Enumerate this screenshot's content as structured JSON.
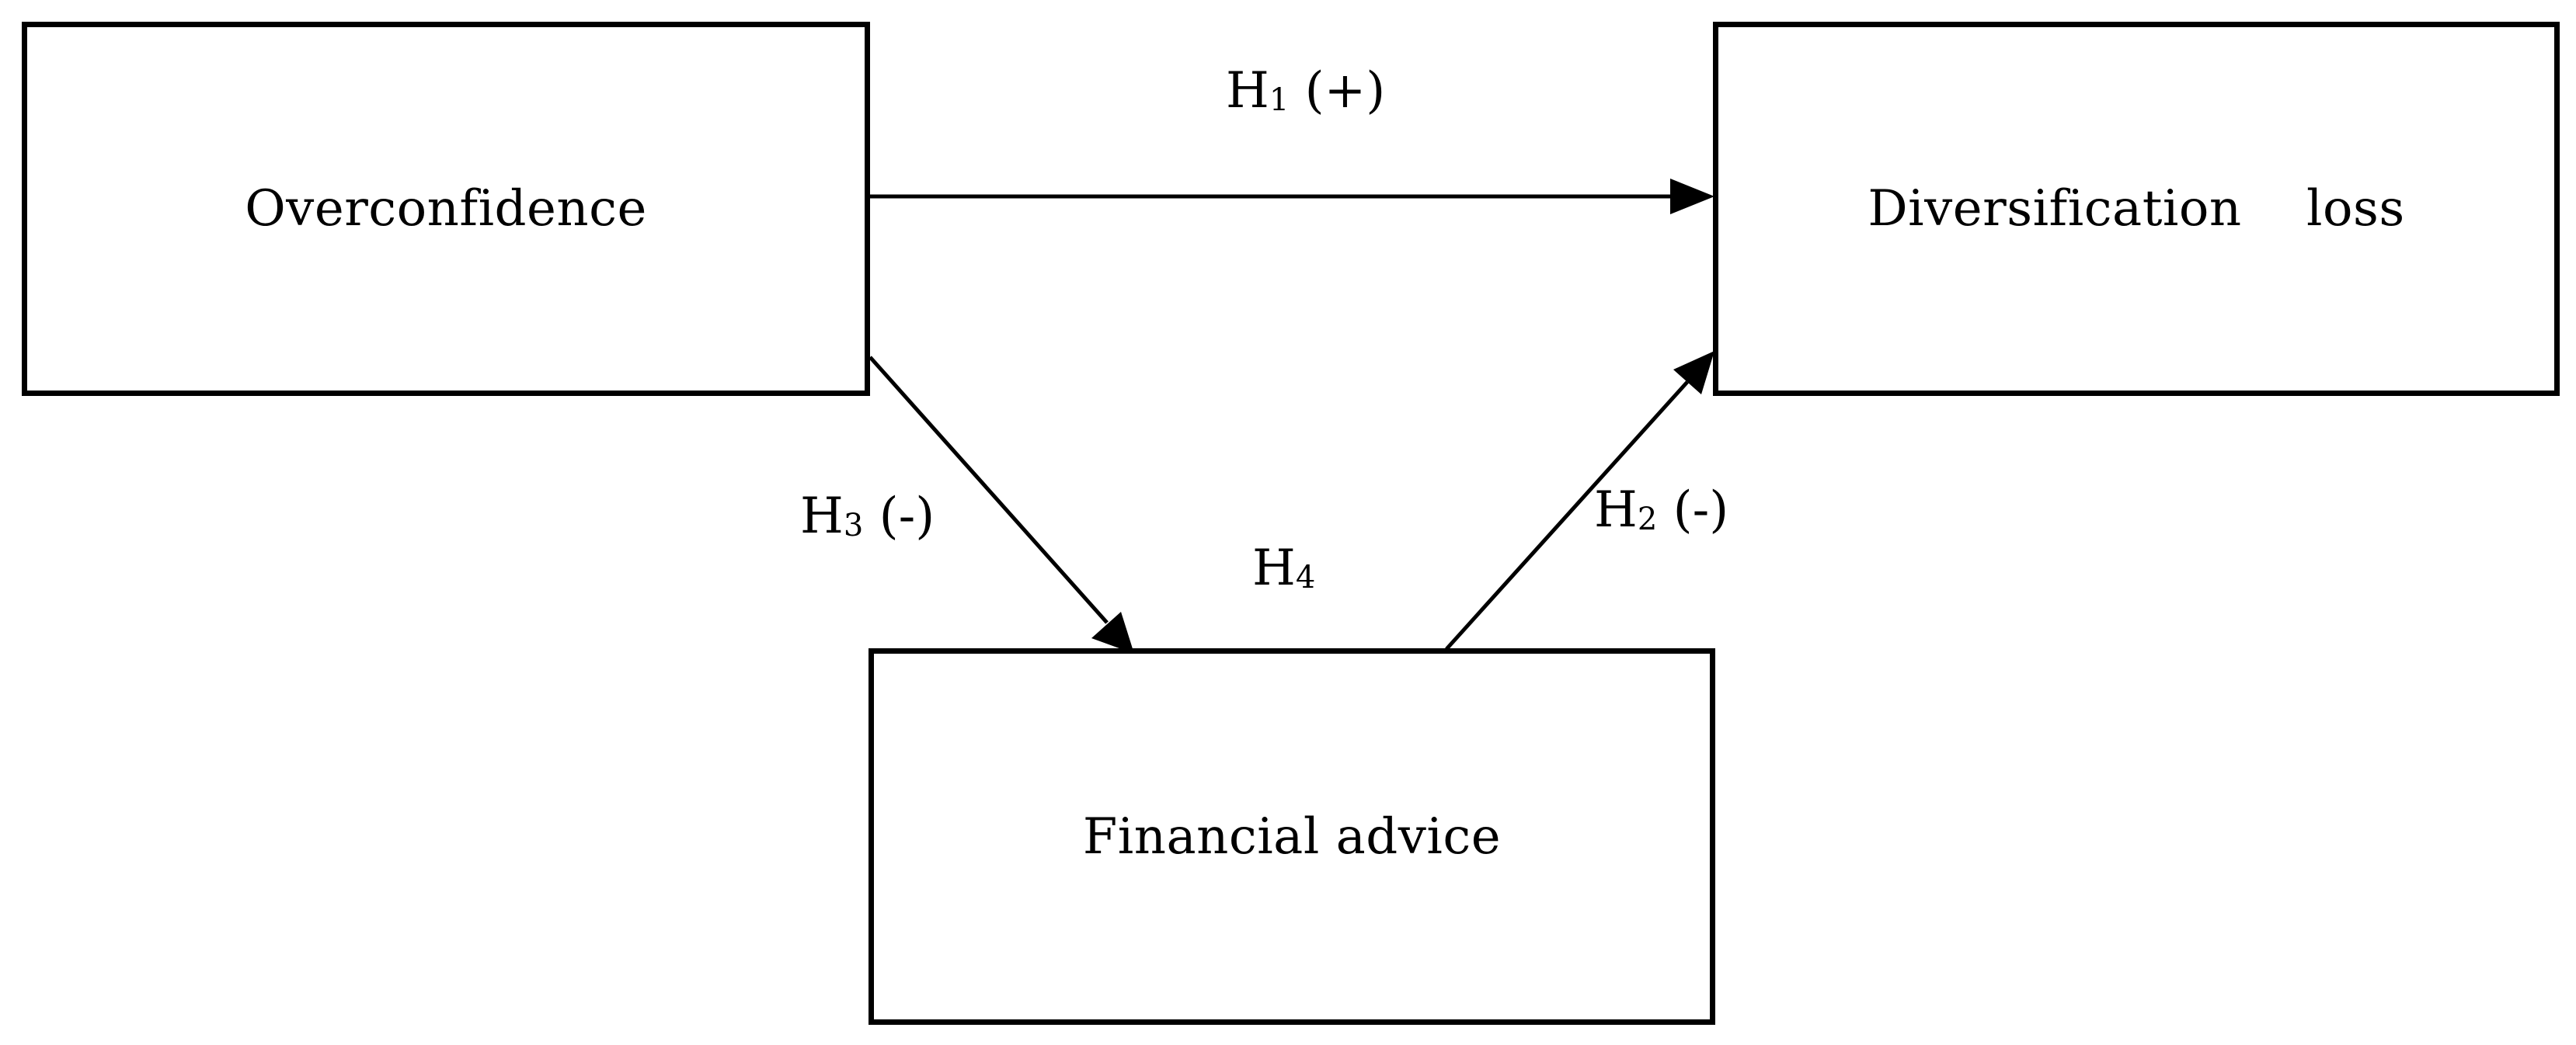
{
  "nodes": {
    "overconfidence": "Overconfidence",
    "diversification_loss": "Diversification    loss",
    "financial_advice": "Financial advice"
  },
  "edges": {
    "h1": {
      "letter": "H",
      "index": "1",
      "sign": " (+)"
    },
    "h2": {
      "letter": "H",
      "index": "2",
      "sign": " (-)"
    },
    "h3": {
      "letter": "H",
      "index": "3",
      "sign": " (-)"
    },
    "h4": {
      "letter": "H",
      "index": "4",
      "sign": ""
    }
  }
}
